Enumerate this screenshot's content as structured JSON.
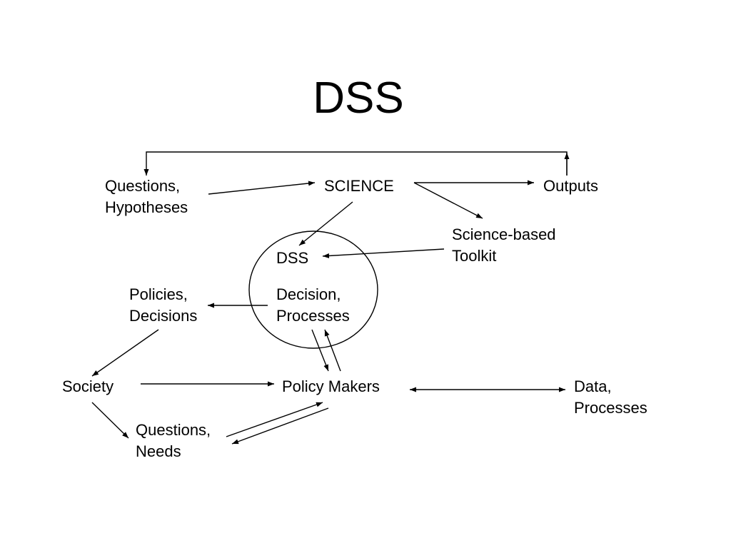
{
  "title": "DSS",
  "nodes": {
    "questions_hypotheses": {
      "line1": "Questions,",
      "line2": "Hypotheses"
    },
    "science": {
      "line1": "SCIENCE"
    },
    "outputs": {
      "line1": "Outputs"
    },
    "science_toolkit": {
      "line1": "Science-based",
      "line2": "Toolkit"
    },
    "dss": {
      "line1": "DSS"
    },
    "decision_processes": {
      "line1": "Decision,",
      "line2": "Processes"
    },
    "policies_decisions": {
      "line1": "Policies,",
      "line2": "Decisions"
    },
    "society": {
      "line1": "Society"
    },
    "policy_makers": {
      "line1": "Policy Makers"
    },
    "data_processes": {
      "line1": "Data,",
      "line2": "Processes"
    },
    "questions_needs": {
      "line1": "Questions,",
      "line2": "Needs"
    }
  },
  "edges": [
    {
      "from": "outputs",
      "to": "questions_hypotheses",
      "kind": "feedback-loop"
    },
    {
      "from": "questions_hypotheses",
      "to": "science"
    },
    {
      "from": "science",
      "to": "outputs"
    },
    {
      "from": "science",
      "to": "science_toolkit"
    },
    {
      "from": "science",
      "to": "dss"
    },
    {
      "from": "science_toolkit",
      "to": "dss"
    },
    {
      "from": "decision_processes",
      "to": "policies_decisions"
    },
    {
      "from": "policies_decisions",
      "to": "society"
    },
    {
      "from": "society",
      "to": "policy_makers"
    },
    {
      "from": "society",
      "to": "questions_needs"
    },
    {
      "from": "decision_processes",
      "to": "policy_makers"
    },
    {
      "from": "policy_makers",
      "to": "decision_processes"
    },
    {
      "from": "questions_needs",
      "to": "policy_makers"
    },
    {
      "from": "policy_makers",
      "to": "questions_needs"
    },
    {
      "from": "policy_makers",
      "to": "data_processes",
      "bidirectional": true
    }
  ]
}
